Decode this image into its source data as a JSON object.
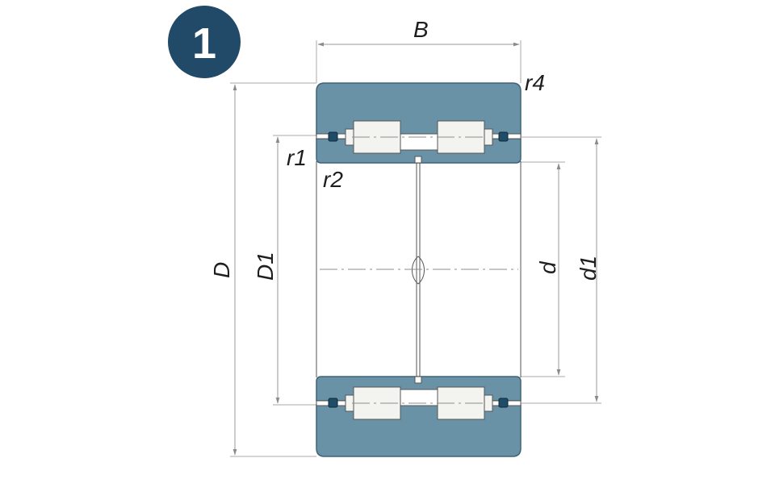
{
  "badge": {
    "number": "1"
  },
  "labels": {
    "B": "B",
    "r4": "r4",
    "r1": "r1",
    "r2": "r2",
    "D": "D",
    "D1": "D1",
    "d": "d",
    "d1": "d1"
  },
  "colors": {
    "ring_fill": "#6a92a7",
    "badge_fill": "#214a68",
    "seal_fill": "#1f4c67"
  }
}
